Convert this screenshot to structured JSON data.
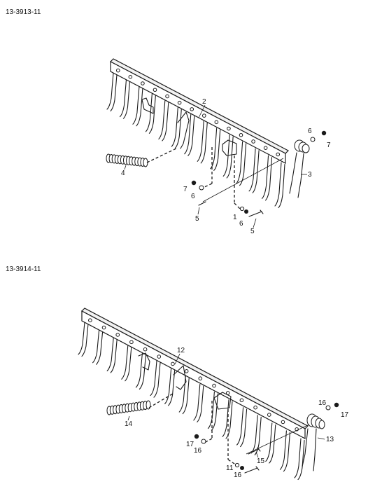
{
  "figures": [
    {
      "code": "13-3913-11",
      "callouts": [
        "1",
        "2",
        "3",
        "4",
        "5",
        "5",
        "6",
        "6",
        "6",
        "7",
        "7"
      ]
    },
    {
      "code": "13-3914-11",
      "callouts": [
        "11",
        "12",
        "13",
        "14",
        "15",
        "16",
        "16",
        "16",
        "17",
        "17"
      ]
    }
  ]
}
